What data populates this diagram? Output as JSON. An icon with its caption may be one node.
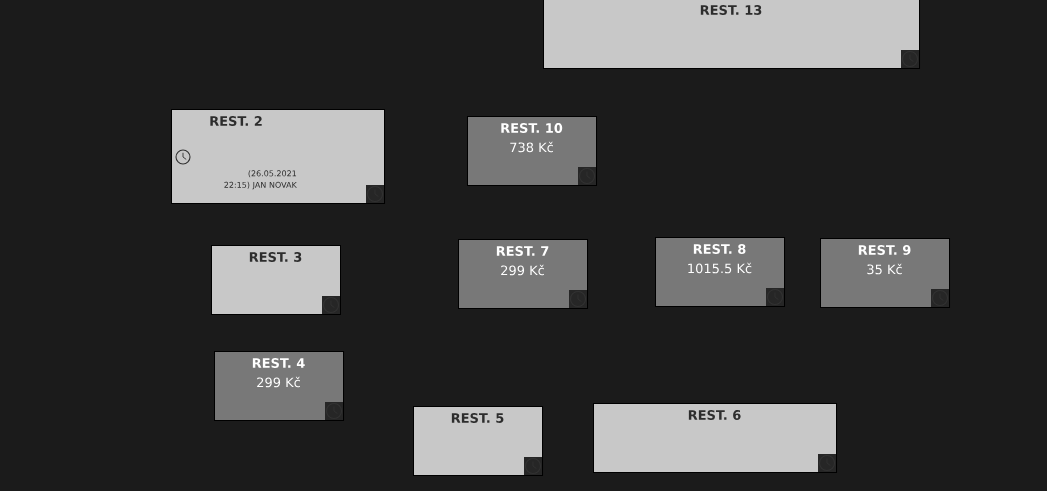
{
  "diagram": {
    "nodes": [
      {
        "text": [
          "REST. 13"
        ]
      },
      {
        "text": [
          "REST. 2",
          "(26.05.2021 22:15) JAN NOVAK"
        ]
      },
      {
        "text": [
          "REST. 10",
          "738 Kč"
        ]
      },
      {
        "text": [
          "REST. 3"
        ]
      },
      {
        "text": [
          "REST. 7",
          "299 Kč"
        ]
      },
      {
        "text": [
          "REST. 8",
          "1015.5 Kč"
        ]
      },
      {
        "text": [
          "REST. 9",
          "35 Kč"
        ]
      },
      {
        "text": [
          "REST. 4",
          "299 Kč"
        ]
      },
      {
        "text": [
          "REST. 5"
        ]
      },
      {
        "text": [
          "REST. 6"
        ]
      }
    ]
  }
}
